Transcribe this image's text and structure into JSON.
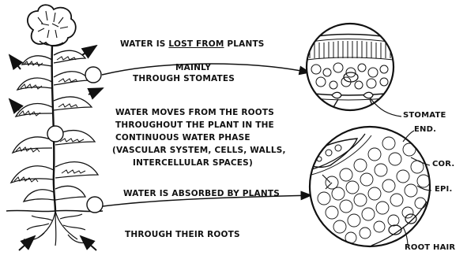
{
  "labels": {
    "lost_prefix": "WATER IS ",
    "lost_underlined": "LOST FROM",
    "lost_suffix": " PLANTS",
    "mainly": "MAINLY",
    "through_stomates": "THROUGH STOMATES",
    "moves_line1": "WATER MOVES FROM THE ROOTS",
    "moves_line2": "THROUGHOUT THE PLANT IN THE",
    "moves_line3": "CONTINUOUS WATER PHASE",
    "moves_line4": "(VASCULAR SYSTEM, CELLS, WALLS,",
    "moves_line5": "INTERCELLULAR SPACES)",
    "absorbed": "WATER IS ABSORBED BY PLANTS",
    "through_roots": "THROUGH THEIR ROOTS",
    "stomate": "STOMATE",
    "endodermis": "END.",
    "cortex": "COR.",
    "epidermis": "EPI.",
    "root_hair": "ROOT HAIR"
  },
  "colors": {
    "ink": "#111111",
    "paper": "#ffffff"
  }
}
